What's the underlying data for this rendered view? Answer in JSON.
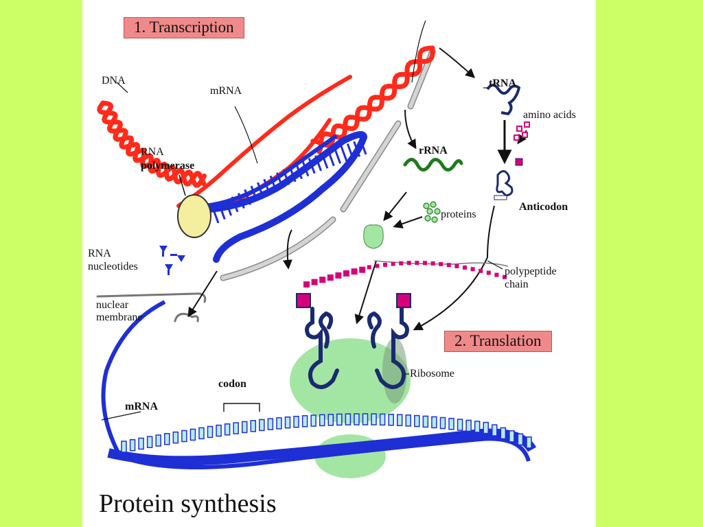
{
  "colors": {
    "page_bg": "#ccff66",
    "dna": "#ff2a1a",
    "mrna": "#1f2fd6",
    "trna": "#1a2a70",
    "rrna": "#1f7a1f",
    "ribosome": "#a3e6a3",
    "amino_acid": "#d6007a",
    "membrane": "#c9c9c9",
    "polymerase": "#f4ef9e",
    "badge": "#f08a8a",
    "nucleotide_pale": "#b5ecf0"
  },
  "headings": {
    "transcription": "1. Transcription",
    "translation": "2. Translation",
    "title": "Protein synthesis"
  },
  "labels": {
    "dna": "DNA",
    "mrna_top": "mRNA",
    "rna_polymerase_1": "RNA",
    "rna_polymerase_2": "polymerase",
    "rna_nucleotides_1": "RNA",
    "rna_nucleotides_2": "nucleotides",
    "nuclear_membrane_1": "nuclear",
    "nuclear_membrane_2": "membrane",
    "trna": "tRNA",
    "amino_acids": "amino acids",
    "rrna": "rRNA",
    "proteins": "proteins",
    "anticodon": "Anticodon",
    "polypeptide_1": "polypeptide",
    "polypeptide_2": "chain",
    "ribosome": "Ribosome",
    "codon": "codon",
    "mrna_bottom": "mRNA"
  }
}
